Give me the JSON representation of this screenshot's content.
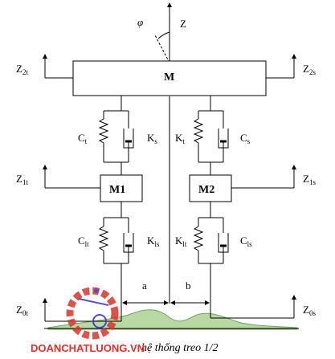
{
  "labels": {
    "phi": "φ",
    "z": "Z",
    "z2t": {
      "main": "Z",
      "sub": "2t"
    },
    "z2s": {
      "main": "Z",
      "sub": "2s"
    },
    "z1t": {
      "main": "Z",
      "sub": "1t"
    },
    "z1s": {
      "main": "Z",
      "sub": "1s"
    },
    "z0t": {
      "main": "Z",
      "sub": "0t"
    },
    "z0s": {
      "main": "Z",
      "sub": "0s"
    },
    "mass_m": "M",
    "mass_m1": "M1",
    "mass_m2": "M2",
    "ct": {
      "main": "C",
      "sub": "t"
    },
    "ks": {
      "main": "K",
      "sub": "s"
    },
    "kt": {
      "main": "K",
      "sub": "t"
    },
    "cs": {
      "main": "C",
      "sub": "s"
    },
    "clt": {
      "main": "C",
      "sub": "lt"
    },
    "kls": {
      "main": "K",
      "sub": "ls"
    },
    "klt": {
      "main": "K",
      "sub": "lt"
    },
    "cls": {
      "main": "C",
      "sub": "ls"
    },
    "dim_a": "a",
    "dim_b": "b"
  },
  "caption": "hệ thống treo 1/2",
  "watermark": "DOANCHATLUONG.VN",
  "colors": {
    "ground_fill": "#b9d9a4",
    "ground_edge": "#6fa35a",
    "watermark": "#d9342b",
    "logo_ring": "#d9342b",
    "logo_accent": "#3b2bd0"
  }
}
